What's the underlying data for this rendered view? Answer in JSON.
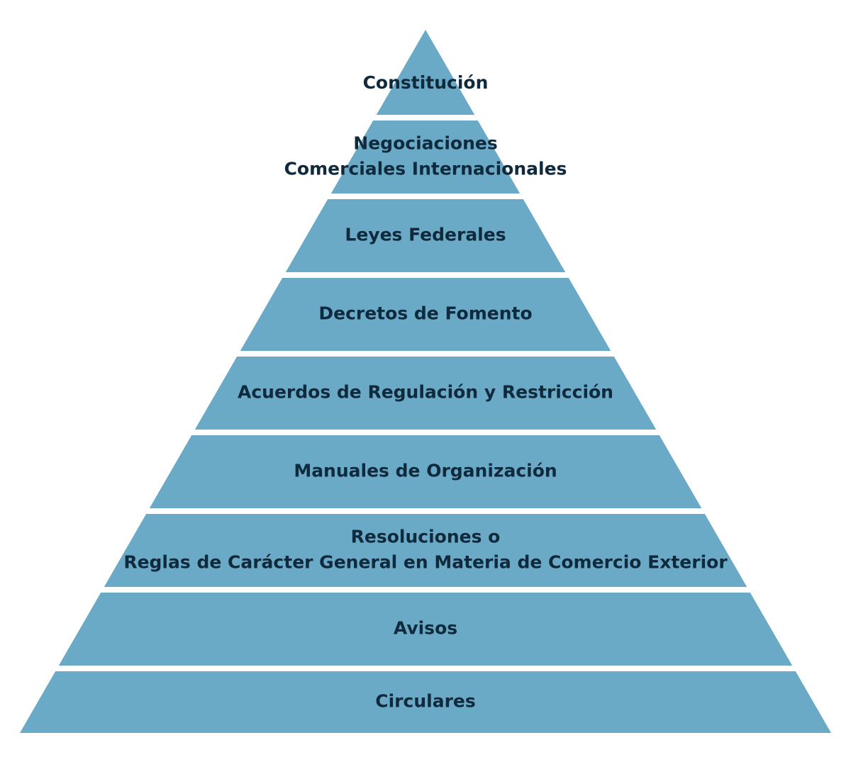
{
  "colors": {
    "tier_fill": "#6aaac7",
    "label_text": "#0f2a3c",
    "background": "#ffffff"
  },
  "pyramid": {
    "tiers": [
      {
        "lines": [
          "Constitución"
        ]
      },
      {
        "lines": [
          "Negociaciones",
          "Comerciales Internacionales"
        ]
      },
      {
        "lines": [
          "Leyes Federales"
        ]
      },
      {
        "lines": [
          "Decretos de Fomento"
        ]
      },
      {
        "lines": [
          "Acuerdos de Regulación y Restricción"
        ]
      },
      {
        "lines": [
          "Manuales de Organización"
        ]
      },
      {
        "lines": [
          "Resoluciones o",
          "Reglas de Carácter General en Materia de Comercio Exterior"
        ]
      },
      {
        "lines": [
          "Avisos"
        ]
      },
      {
        "lines": [
          "Circulares"
        ]
      }
    ]
  }
}
